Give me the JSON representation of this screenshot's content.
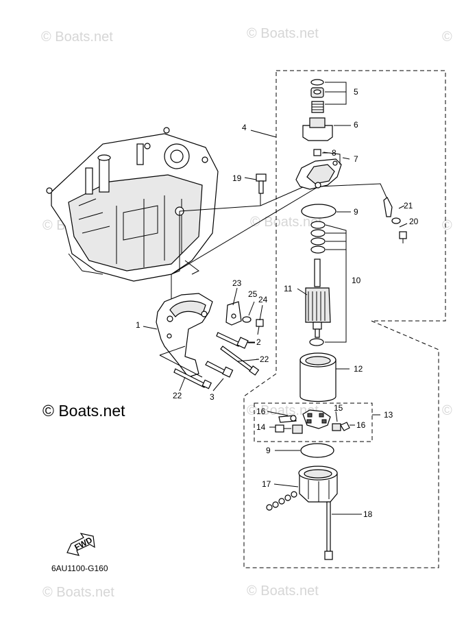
{
  "watermarks": {
    "small": "© Boats.net",
    "large": "© Boats.net"
  },
  "diagram_code": "6AU1100-G160",
  "fwd_label": "FWD",
  "callouts": {
    "c1": "1",
    "c2": "2",
    "c3": "3",
    "c4": "4",
    "c5": "5",
    "c6": "6",
    "c7": "7",
    "c8": "8",
    "c9a": "9",
    "c9b": "9",
    "c10": "10",
    "c11": "11",
    "c12": "12",
    "c13": "13",
    "c14": "14",
    "c15": "15",
    "c16a": "16",
    "c16b": "16",
    "c17": "17",
    "c18": "18",
    "c19": "19",
    "c20": "20",
    "c21": "21",
    "c22a": "22",
    "c22b": "22",
    "c23": "23",
    "c24": "24",
    "c25": "25"
  }
}
